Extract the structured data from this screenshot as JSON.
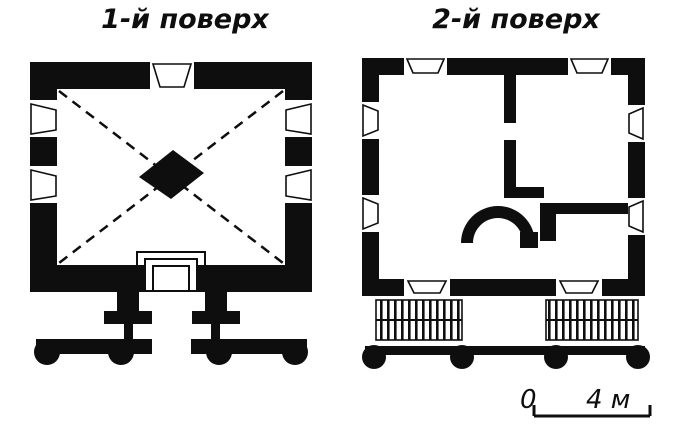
{
  "plans": [
    {
      "title": "1-й поверх"
    },
    {
      "title": "2-й поверх"
    }
  ],
  "scale_bar": {
    "zero_label": "0",
    "length_label": "4 м"
  },
  "colors": {
    "ink": "#0e0e0e",
    "paper": "#ffffff"
  }
}
